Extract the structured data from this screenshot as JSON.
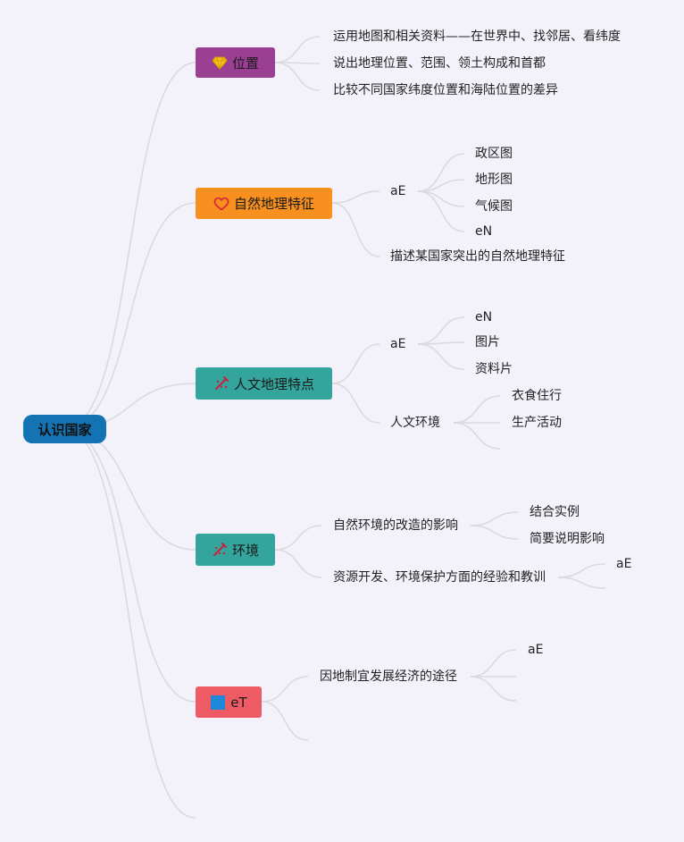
{
  "root": {
    "label": "认识国家",
    "color": "#1473b3"
  },
  "branches": [
    {
      "key": "location",
      "label": "位置",
      "icon": "diamond-icon",
      "color": "#9b3f93",
      "children": [
        "运用地图和相关资料——在世界中、找邻居、看纬度",
        "说出地理位置、范围、领土构成和首都",
        "比较不同国家纬度位置和海陆位置的差异"
      ]
    },
    {
      "key": "nature",
      "label": "自然地理特征",
      "icon": "heart-icon",
      "color": "#f7901e",
      "children": [
        {
          "label": "aE",
          "children": [
            "政区图",
            "地形图",
            "气候图",
            "eN"
          ]
        },
        "描述某国家突出的自然地理特征"
      ]
    },
    {
      "key": "humanity",
      "label": "人文地理特点",
      "icon": "pen-icon",
      "color": "#33a59c",
      "children": [
        {
          "label": "aE",
          "children": [
            "eN",
            "图片",
            "资料片"
          ]
        },
        {
          "label": "人文环境",
          "children": [
            "衣食住行",
            "生产活动",
            ""
          ]
        }
      ]
    },
    {
      "key": "environment",
      "label": "环境",
      "icon": "pen-icon",
      "color": "#33a59c",
      "children": [
        {
          "label": "自然环境的改造的影响",
          "children": [
            "结合实例",
            "简要说明影响"
          ]
        },
        {
          "label": "资源开发、环境保护方面的经验和教训",
          "children": [
            "aE"
          ]
        }
      ]
    },
    {
      "key": "economy",
      "label": "eT",
      "icon": "square-icon",
      "color": "#ef5b65",
      "children": [
        {
          "label": "因地制宜发展经济的途径",
          "children": [
            "aE",
            "",
            ""
          ]
        },
        ""
      ]
    }
  ]
}
